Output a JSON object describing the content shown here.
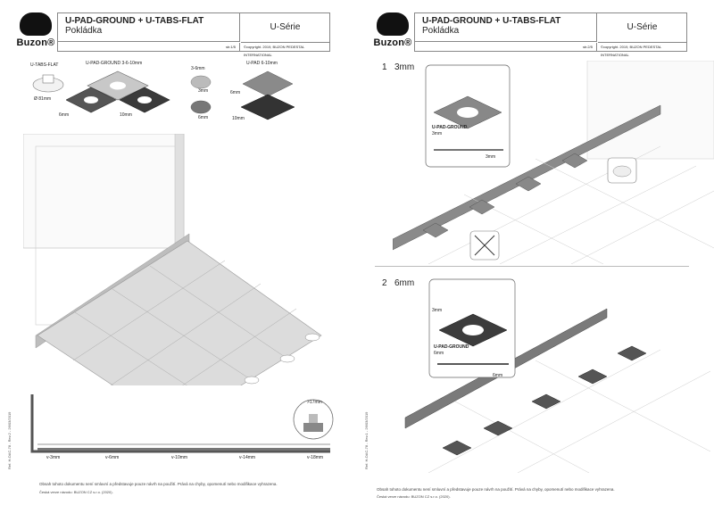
{
  "colors": {
    "line": "#888888",
    "tile_light": "#c8c8c8",
    "tile_dark": "#555555",
    "pad": "#3c3c3c"
  },
  "pages": [
    {
      "logo": {
        "word": "Buzon®",
        "icon": "elephant-icon"
      },
      "header": {
        "title": "U-PAD-GROUND + U-TABS-FLAT",
        "subtitle": "Pokládka",
        "series": "U-Série",
        "page": "str.1/5",
        "copyright": "©copyright. 2019, BUZON PEDESTAL INTERNATIONAL"
      },
      "components": {
        "u_tabs_flat": "U-TABS-FLAT",
        "diameter": "Ø 81mm",
        "u_pad_ground": "U-PAD-GROUND 3-6-10mm",
        "six_mm": "6mm",
        "ten_mm": "10mm",
        "range_3_6": "3-6mm",
        "three_mm": "3mm",
        "six_mm_b": "6mm",
        "u_pad_6_10": "U-PAD 6-10mm",
        "six_mm_c": "6mm",
        "ten_mm_c": "10mm"
      },
      "profile": {
        "callout": ">17mm",
        "bars": [
          "v-3mm",
          "v-6mm",
          "v-10mm",
          "v-14mm",
          "v-18mm"
        ]
      },
      "ref": "Ref. H-OAC-78 - Rev.2 - 26/03/2019",
      "footer1": "Obsah tohoto dokumentu není smluvní a představuje pouze návrh na použití. Prává na chyby, opomenutí nebo modifikace vyhrazena.",
      "footer2": "Česká verze návodu: BUZON CZ s.r.o. (2020)."
    },
    {
      "logo": {
        "word": "Buzon®",
        "icon": "elephant-icon"
      },
      "header": {
        "title": "U-PAD-GROUND + U-TABS-FLAT",
        "subtitle": "Pokládka",
        "series": "U-Série",
        "page": "str.2/5",
        "copyright": "©copyright. 2019, BUZON PEDESTAL INTERNATIONAL"
      },
      "step1": {
        "num": "1",
        "label": "3mm",
        "product": "U-PAD-GROUND",
        "product_h": "3mm",
        "dim": "3mm"
      },
      "step2": {
        "num": "2",
        "label": "6mm",
        "top_dim": "3mm",
        "product": "U-PAD-GROUND",
        "product_h": "6mm",
        "dim": "6mm"
      },
      "ref": "Ref. H-OAC-78 - Rev.1 - 26/03/2019",
      "footer1": "Obsah tohoto dokumentu není smluvní a představuje pouze návrh na použití. Prává na chyby, opomenutí nebo modifikace vyhrazena.",
      "footer2": "Česká verze návodu: BUZON CZ s.r.o. (2020)."
    }
  ]
}
